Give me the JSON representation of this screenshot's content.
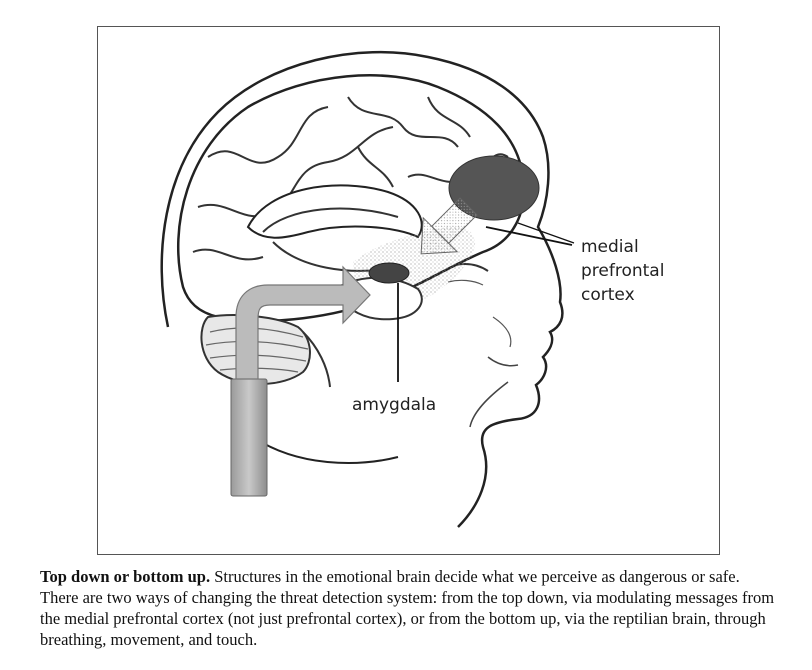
{
  "figure": {
    "labels": {
      "mpfc_line1": "medial",
      "mpfc_line2": "prefrontal",
      "mpfc_line3": "cortex",
      "amygdala": "amygdala"
    }
  },
  "caption": {
    "bold": "Top down or bottom up.",
    "text": "Structures in the emotional brain decide what we perceive as dangerous or safe. There are two ways of changing the threat detection system: from the top down, via modulating messages from the medial prefrontal cortex (not just prefrontal cortex), or from the bottom up, via the reptilian brain, through breathing, movement, and touch."
  }
}
